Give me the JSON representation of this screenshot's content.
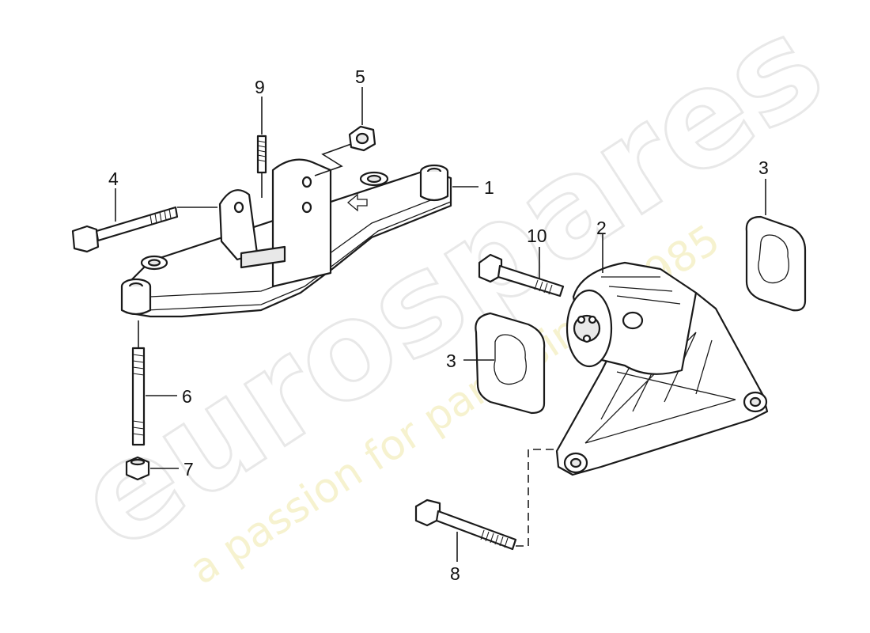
{
  "watermark": {
    "logo_text": "eurospares",
    "tagline": "a passion for parts since 1985"
  },
  "callouts": [
    {
      "id": "1",
      "label": "1"
    },
    {
      "id": "2",
      "label": "2"
    },
    {
      "id": "3a",
      "label": "3"
    },
    {
      "id": "3b",
      "label": "3"
    },
    {
      "id": "4",
      "label": "4"
    },
    {
      "id": "5",
      "label": "5"
    },
    {
      "id": "6",
      "label": "6"
    },
    {
      "id": "7",
      "label": "7"
    },
    {
      "id": "8",
      "label": "8"
    },
    {
      "id": "9",
      "label": "9"
    },
    {
      "id": "10",
      "label": "10"
    }
  ]
}
